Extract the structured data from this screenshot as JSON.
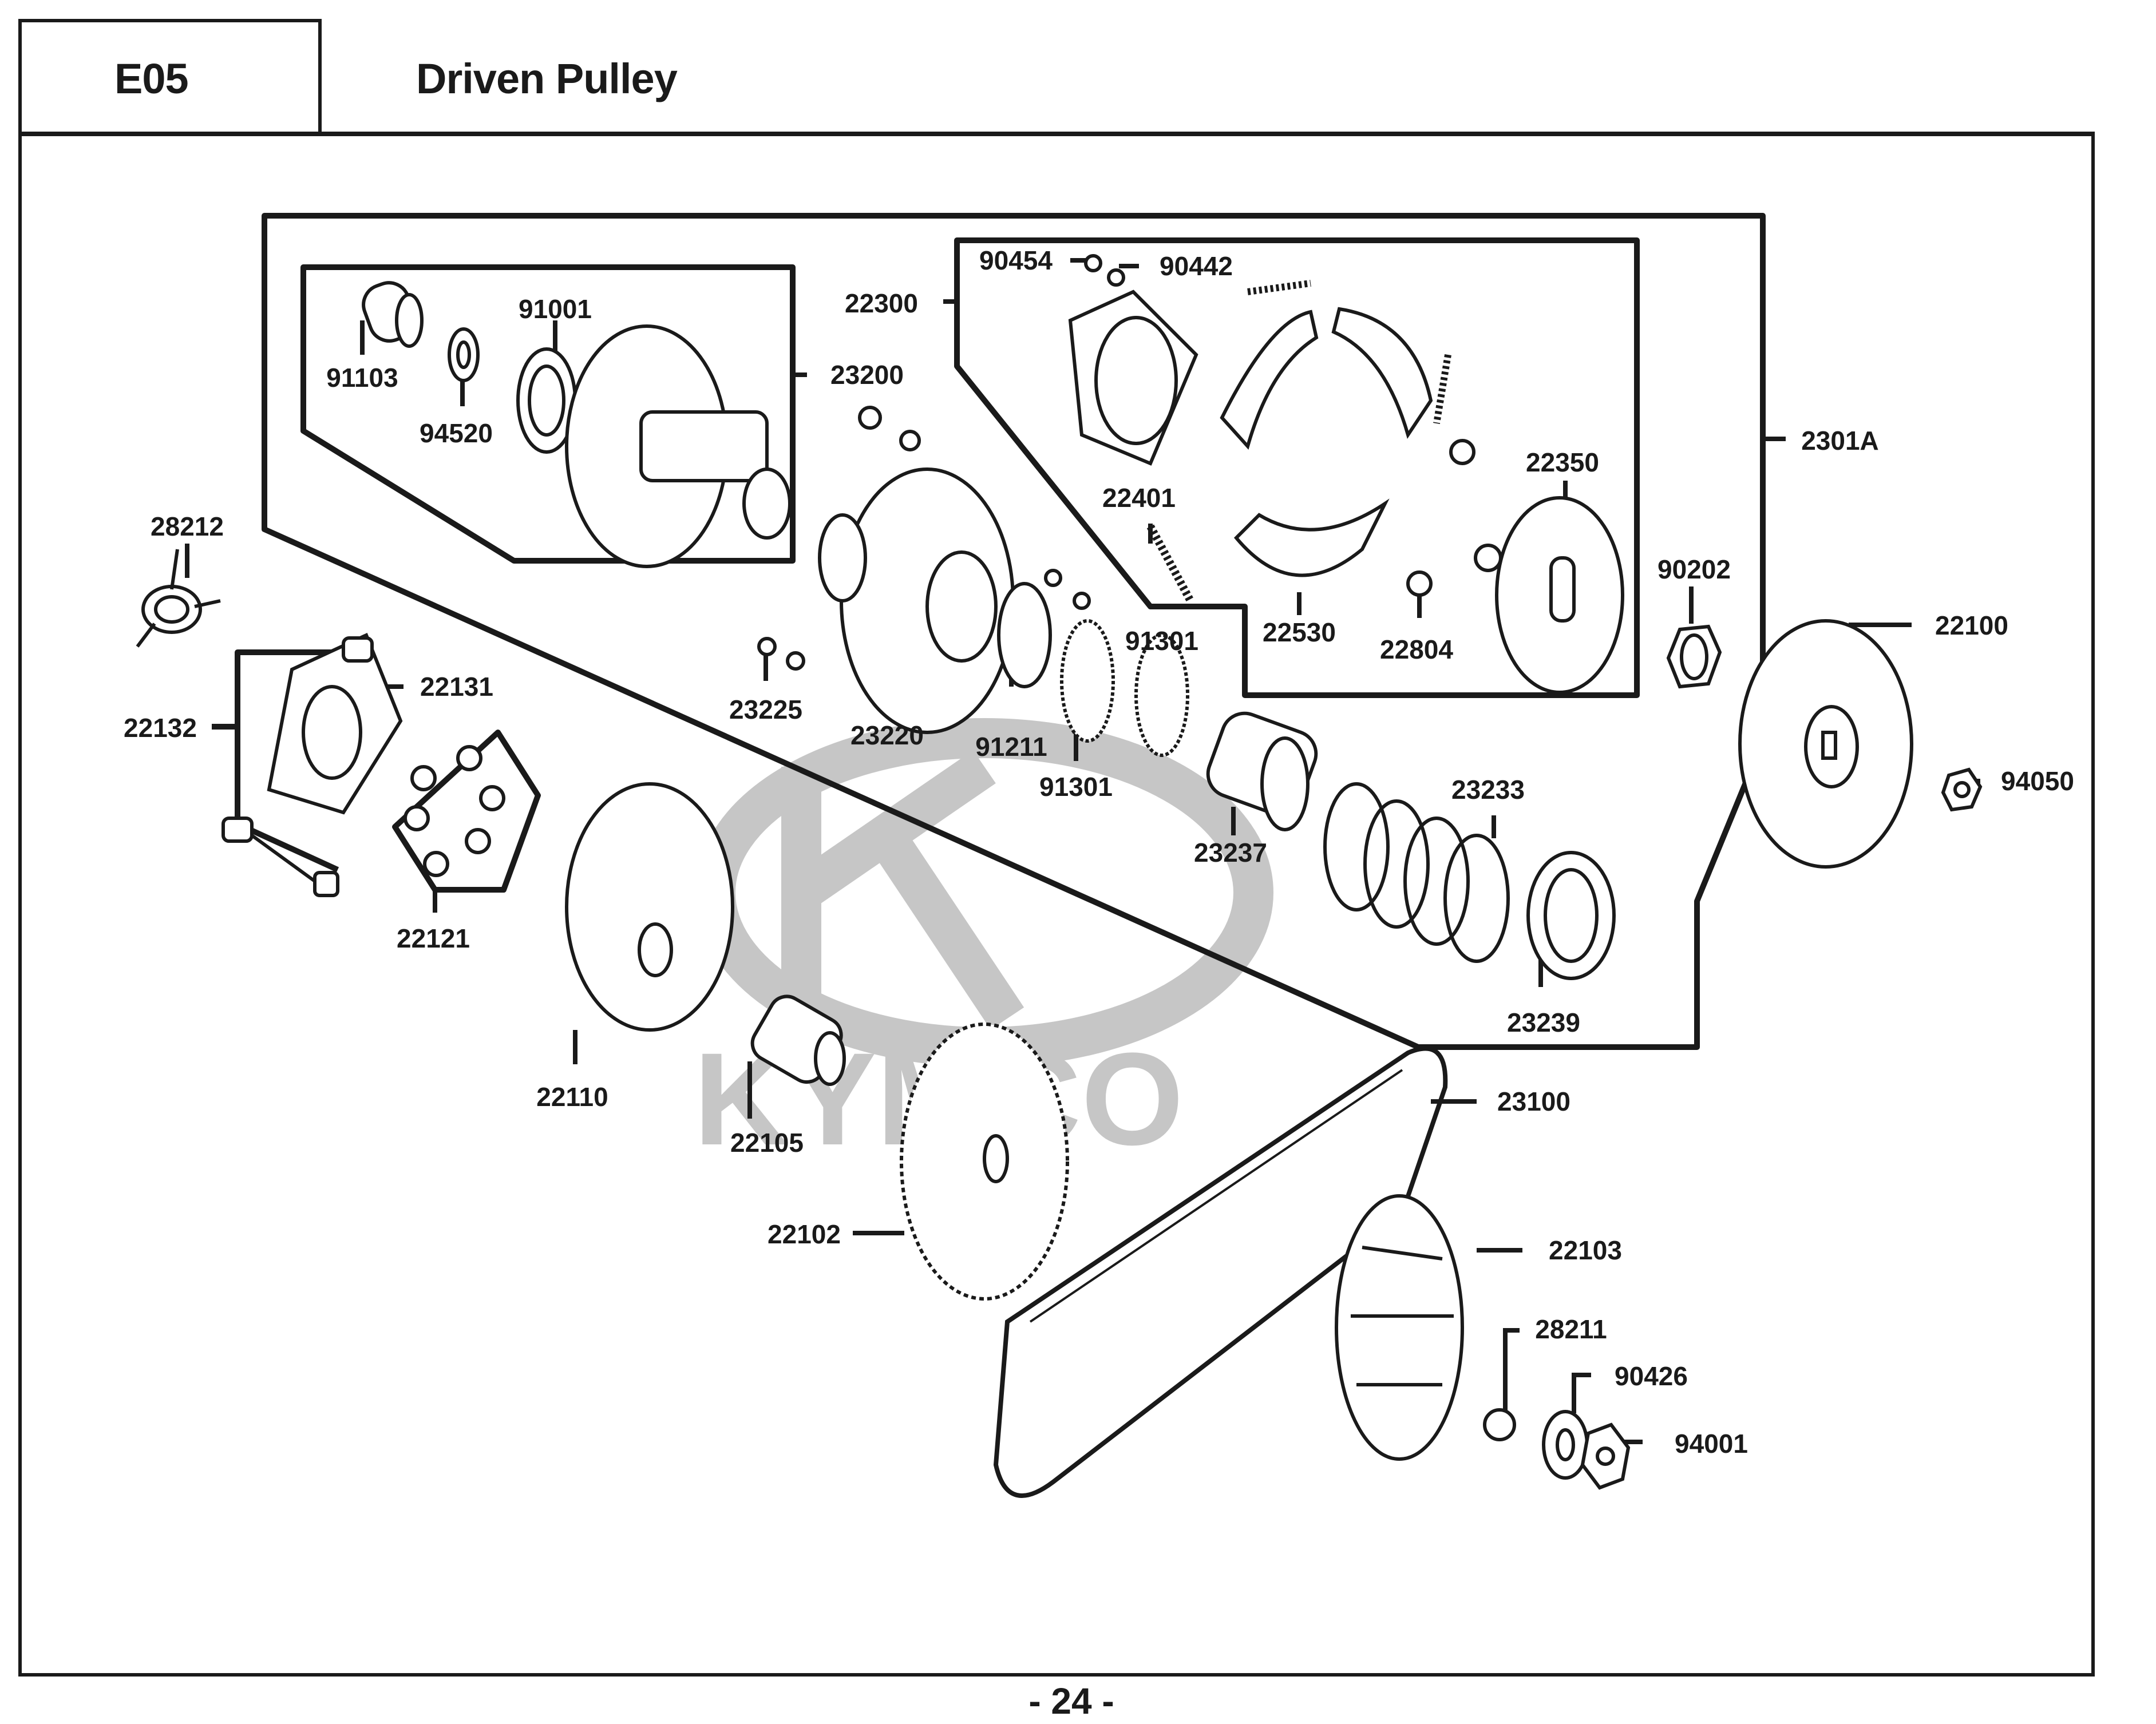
{
  "header": {
    "section_code": "E05",
    "title": "Driven Pulley"
  },
  "watermark": {
    "brand": "KYMCO",
    "color": "#c6c6c6"
  },
  "groups": [
    {
      "part_no": "2301A",
      "label": "2301A"
    },
    {
      "part_no": "23200",
      "label": "23200"
    },
    {
      "part_no": "22300",
      "label": "22300"
    },
    {
      "part_no": "22132",
      "label": "22132"
    },
    {
      "part_no": "22121",
      "label": "22121"
    }
  ],
  "parts": [
    {
      "id": "p91103",
      "label": "91103"
    },
    {
      "id": "p94520",
      "label": "94520"
    },
    {
      "id": "p91001",
      "label": "91001"
    },
    {
      "id": "p23200",
      "label": "23200"
    },
    {
      "id": "p22300",
      "label": "22300"
    },
    {
      "id": "p90454",
      "label": "90454"
    },
    {
      "id": "p90442",
      "label": "90442"
    },
    {
      "id": "p22401",
      "label": "22401"
    },
    {
      "id": "p22530",
      "label": "22530"
    },
    {
      "id": "p22804",
      "label": "22804"
    },
    {
      "id": "p22350",
      "label": "22350"
    },
    {
      "id": "p2301A",
      "label": "2301A"
    },
    {
      "id": "p90202",
      "label": "90202"
    },
    {
      "id": "p22100",
      "label": "22100"
    },
    {
      "id": "p94050",
      "label": "94050"
    },
    {
      "id": "p28212",
      "label": "28212"
    },
    {
      "id": "p22131",
      "label": "22131"
    },
    {
      "id": "p22132",
      "label": "22132"
    },
    {
      "id": "p22121",
      "label": "22121"
    },
    {
      "id": "p23225",
      "label": "23225"
    },
    {
      "id": "p23220",
      "label": "23220"
    },
    {
      "id": "p91211",
      "label": "91211"
    },
    {
      "id": "p91301a",
      "label": "91301"
    },
    {
      "id": "p91301b",
      "label": "91301"
    },
    {
      "id": "p23237",
      "label": "23237"
    },
    {
      "id": "p23233",
      "label": "23233"
    },
    {
      "id": "p23239",
      "label": "23239"
    },
    {
      "id": "p22110",
      "label": "22110"
    },
    {
      "id": "p22105",
      "label": "22105"
    },
    {
      "id": "p23100",
      "label": "23100"
    },
    {
      "id": "p22102",
      "label": "22102"
    },
    {
      "id": "p22103",
      "label": "22103"
    },
    {
      "id": "p28211",
      "label": "28211"
    },
    {
      "id": "p90426",
      "label": "90426"
    },
    {
      "id": "p94001",
      "label": "94001"
    }
  ],
  "footer": {
    "page_number": "- 24 -"
  }
}
